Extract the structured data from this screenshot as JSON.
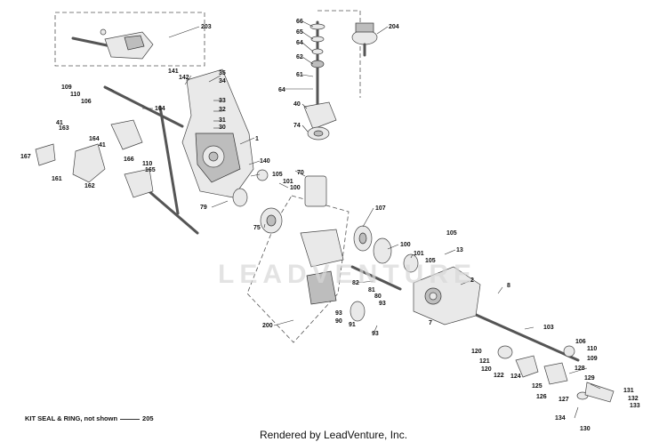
{
  "diagram": {
    "callouts": [
      {
        "text": "203"
      },
      {
        "text": "66"
      },
      {
        "text": "65"
      },
      {
        "text": "64"
      },
      {
        "text": "62"
      },
      {
        "text": "61"
      },
      {
        "text": "64"
      },
      {
        "text": "40"
      },
      {
        "text": "74"
      },
      {
        "text": "204"
      },
      {
        "text": "141"
      },
      {
        "text": "142"
      },
      {
        "text": "35"
      },
      {
        "text": "34"
      },
      {
        "text": "109"
      },
      {
        "text": "110"
      },
      {
        "text": "106"
      },
      {
        "text": "104"
      },
      {
        "text": "33"
      },
      {
        "text": "32"
      },
      {
        "text": "31"
      },
      {
        "text": "30"
      },
      {
        "text": "41"
      },
      {
        "text": "163"
      },
      {
        "text": "164"
      },
      {
        "text": "41"
      },
      {
        "text": "1"
      },
      {
        "text": "167"
      },
      {
        "text": "166"
      },
      {
        "text": "110"
      },
      {
        "text": "165"
      },
      {
        "text": "161"
      },
      {
        "text": "162"
      },
      {
        "text": "140"
      },
      {
        "text": "105"
      },
      {
        "text": "70"
      },
      {
        "text": "101"
      },
      {
        "text": "100"
      },
      {
        "text": "79"
      },
      {
        "text": "107"
      },
      {
        "text": "75"
      },
      {
        "text": "105"
      },
      {
        "text": "100"
      },
      {
        "text": "101"
      },
      {
        "text": "13"
      },
      {
        "text": "105"
      },
      {
        "text": "2"
      },
      {
        "text": "8"
      },
      {
        "text": "82"
      },
      {
        "text": "81"
      },
      {
        "text": "80"
      },
      {
        "text": "93"
      },
      {
        "text": "93"
      },
      {
        "text": "90"
      },
      {
        "text": "91"
      },
      {
        "text": "200"
      },
      {
        "text": "93"
      },
      {
        "text": "7"
      },
      {
        "text": "103"
      },
      {
        "text": "106"
      },
      {
        "text": "110"
      },
      {
        "text": "109"
      },
      {
        "text": "120"
      },
      {
        "text": "121"
      },
      {
        "text": "120"
      },
      {
        "text": "122"
      },
      {
        "text": "124"
      },
      {
        "text": "128"
      },
      {
        "text": "129"
      },
      {
        "text": "125"
      },
      {
        "text": "126"
      },
      {
        "text": "127"
      },
      {
        "text": "131"
      },
      {
        "text": "132"
      },
      {
        "text": "133"
      },
      {
        "text": "134"
      },
      {
        "text": "130"
      }
    ],
    "footer_note": "KIT SEAL & RING, not shown",
    "footer_ref": "205",
    "watermark": "LEADVENTURE",
    "credit": "Rendered by LeadVenture, Inc."
  }
}
